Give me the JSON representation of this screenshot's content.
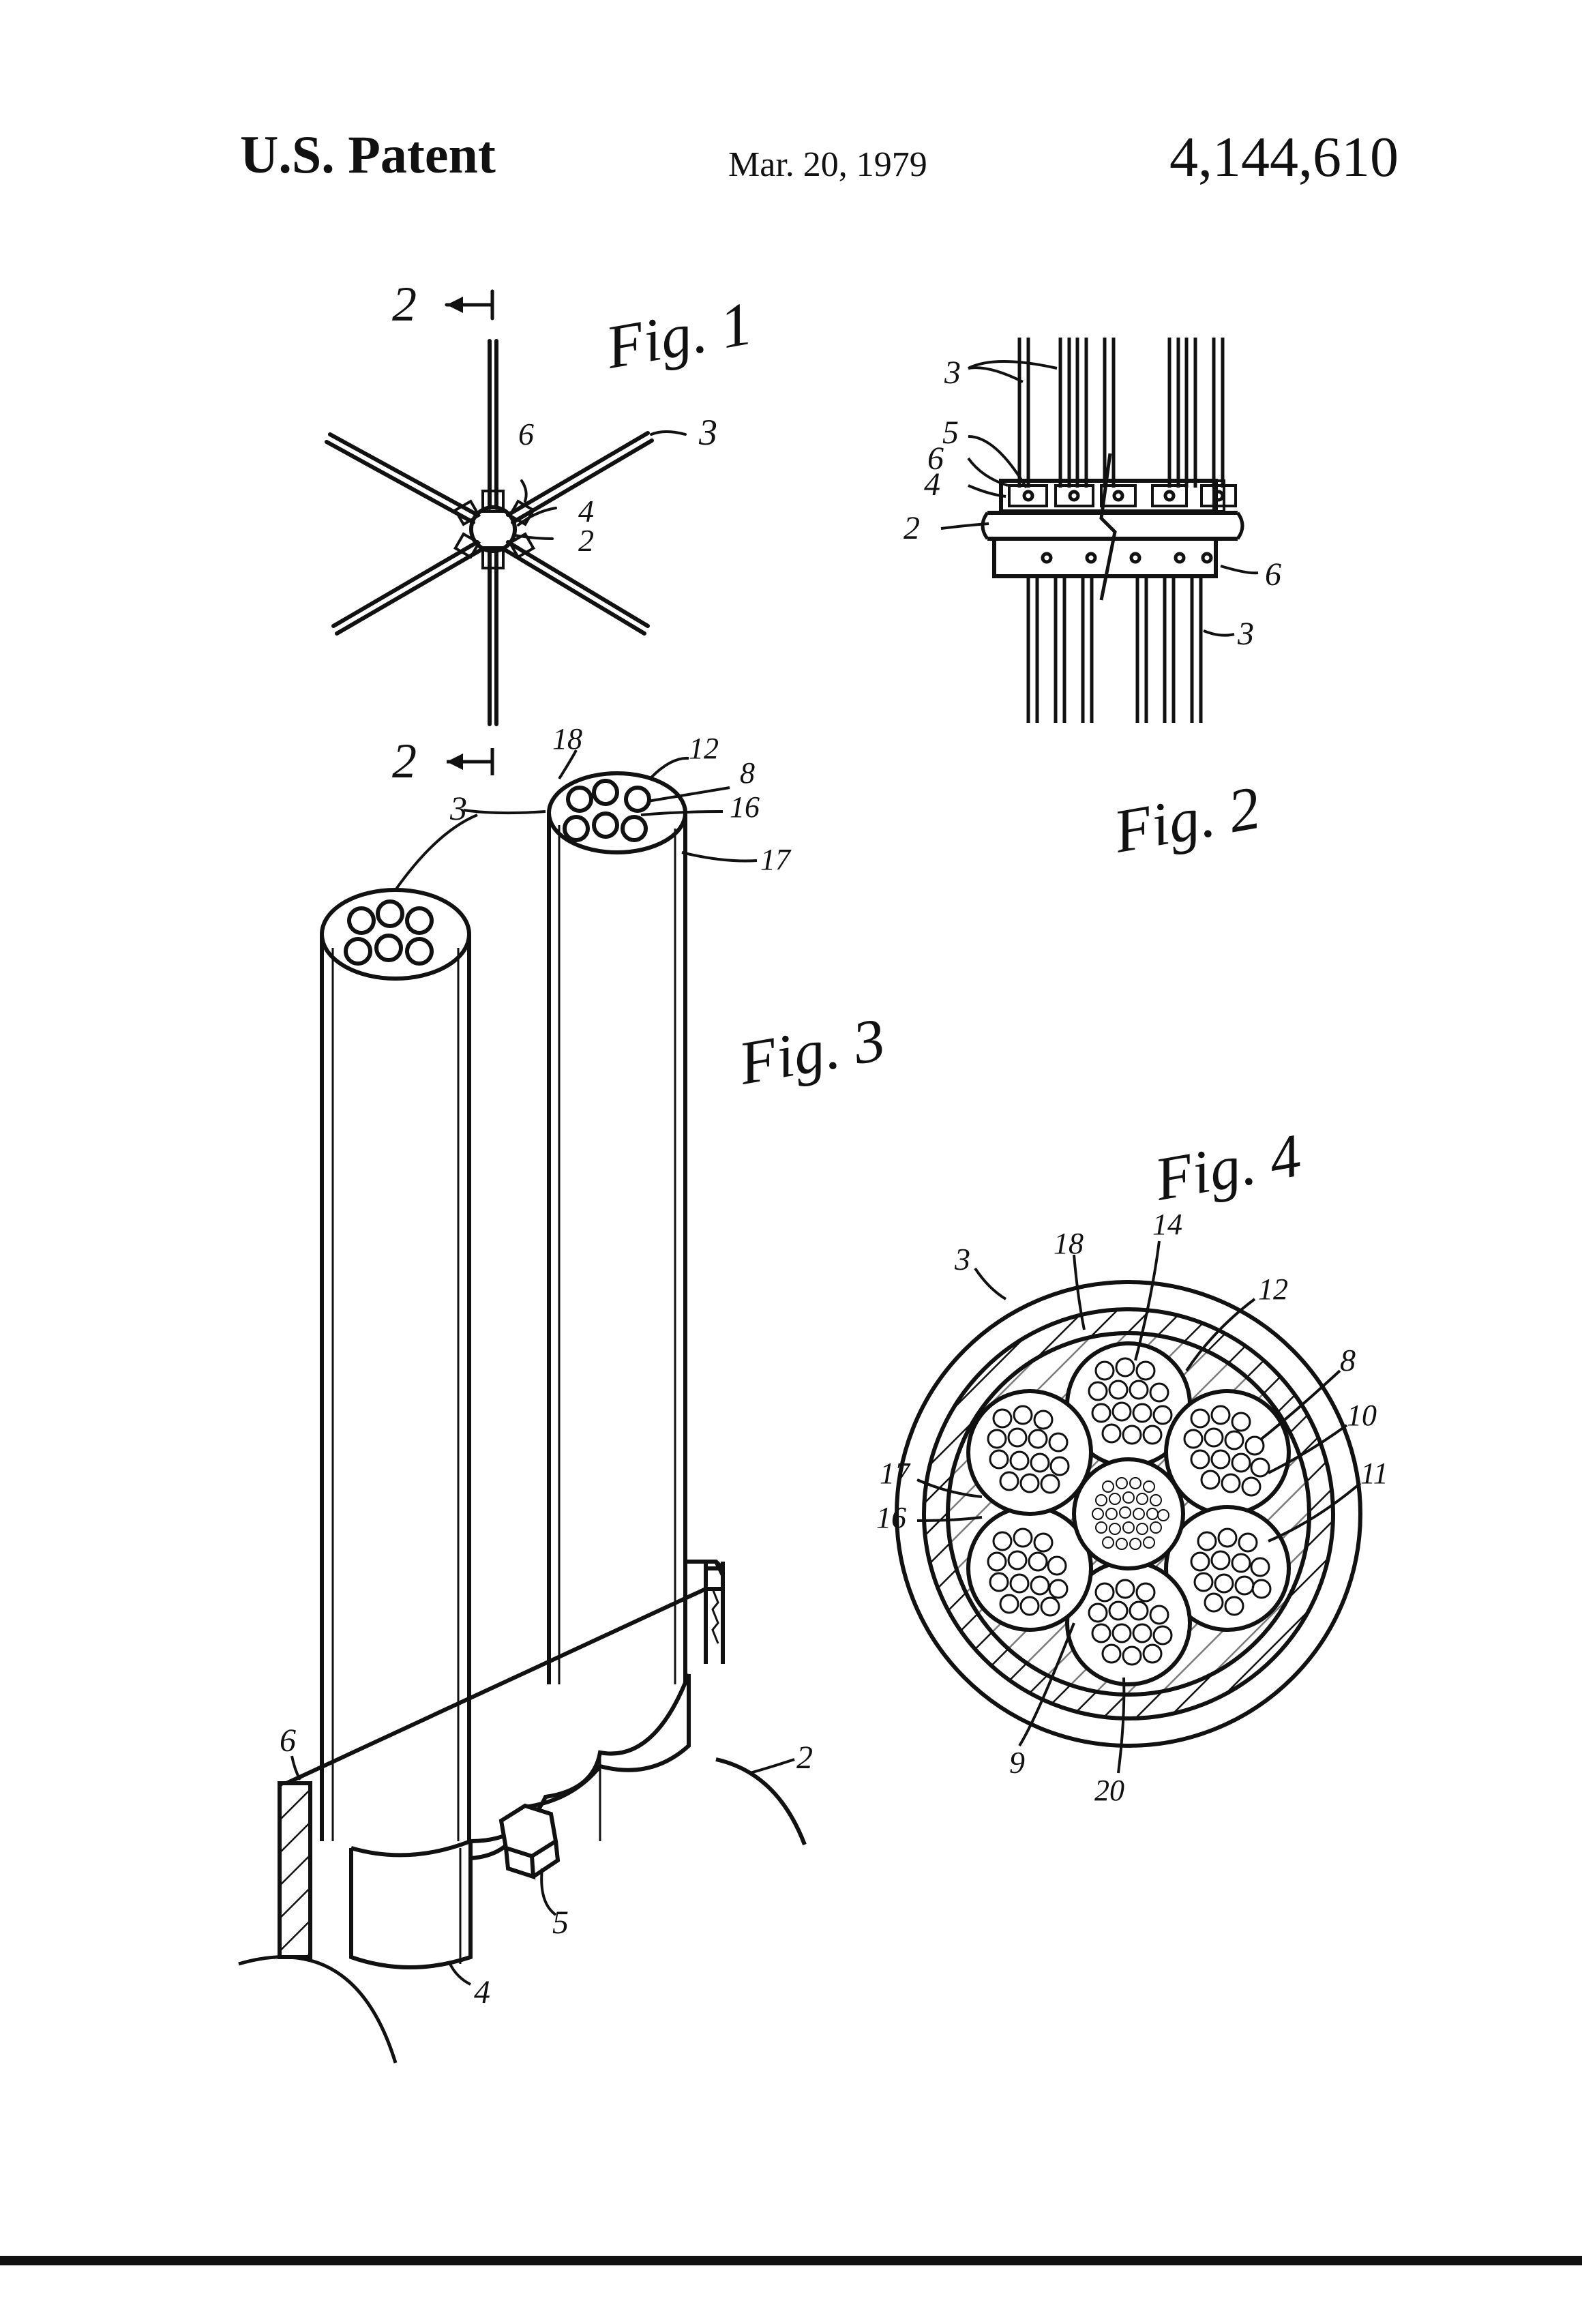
{
  "header": {
    "left": "U.S. Patent",
    "date": "Mar. 20, 1979",
    "number": "4,144,610"
  },
  "figures": {
    "fig1": "Fig. 1",
    "fig2": "Fig. 2",
    "fig3": "Fig. 3",
    "fig4": "Fig. 4"
  },
  "section_marks": {
    "top": "2",
    "bottom": "2"
  },
  "labels": {
    "n2": "2",
    "n3": "3",
    "n4": "4",
    "n5": "5",
    "n6": "6",
    "n8": "8",
    "n9": "9",
    "n10": "10",
    "n11": "11",
    "n12": "12",
    "n14": "14",
    "n16": "16",
    "n17": "17",
    "n18": "18",
    "n20": "20"
  }
}
